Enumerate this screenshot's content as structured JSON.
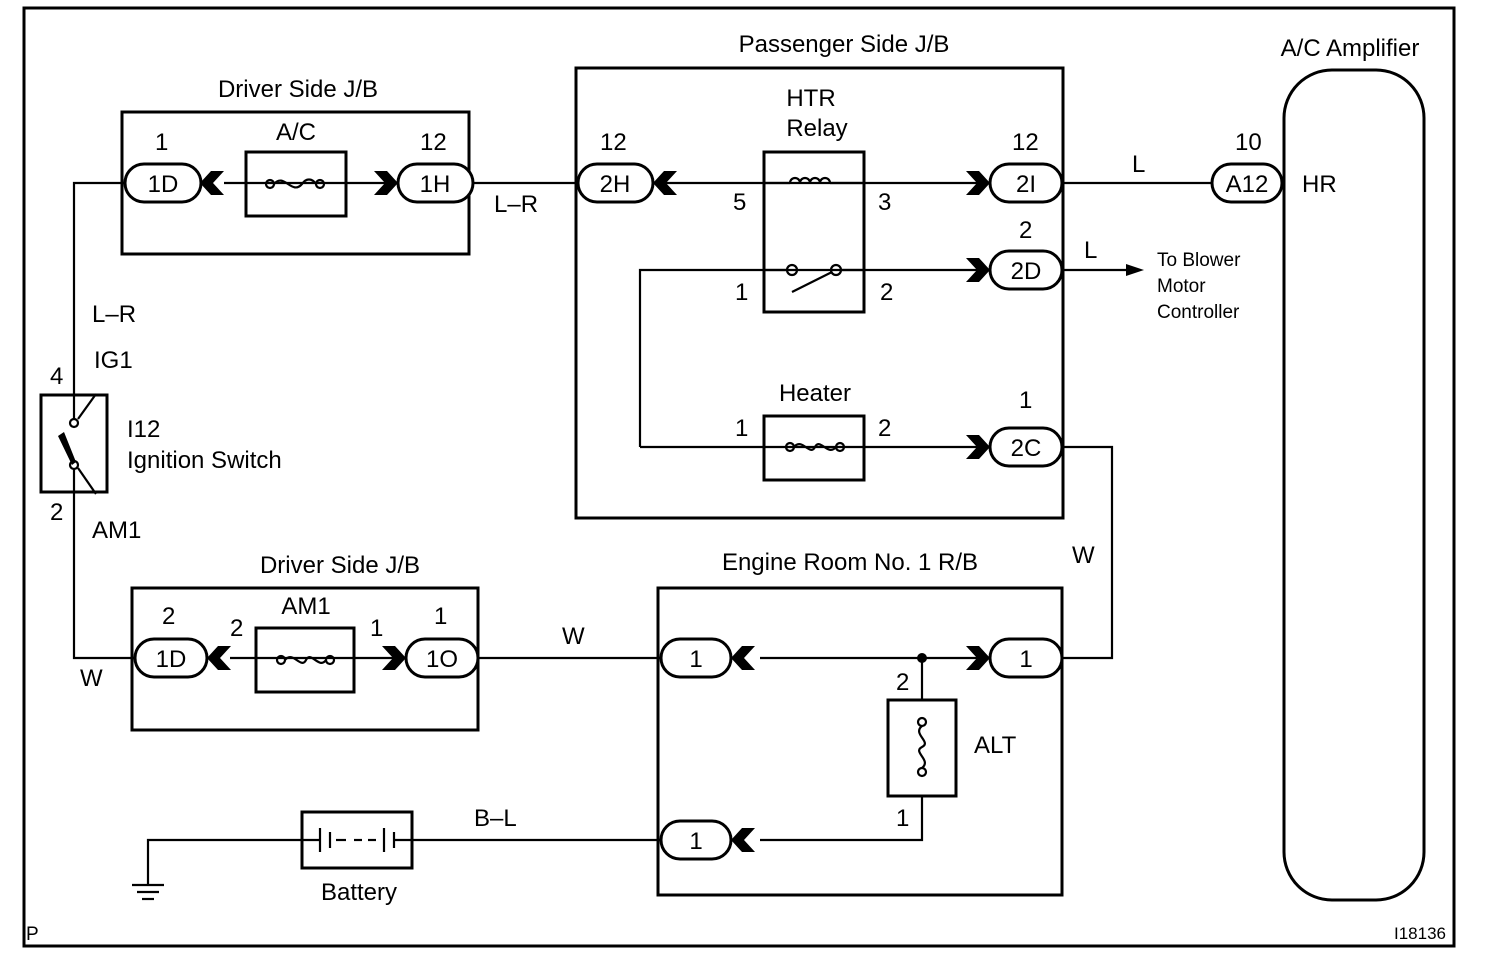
{
  "labels": {
    "passenger_jb": "Passenger Side J/B",
    "ac_amplifier": "A/C Amplifier",
    "driver_jb_top": "Driver Side J/B",
    "driver_jb_bottom": "Driver Side J/B",
    "engine_rb": "Engine Room No. 1 R/B",
    "htr_relay_line1": "HTR",
    "htr_relay_line2": "Relay",
    "ac_fuse": "A/C",
    "am1_fuse": "AM1",
    "heater_fuse": "Heater",
    "alt_fuse": "ALT",
    "battery": "Battery",
    "ign_code": "I12",
    "ign_name": "Ignition Switch",
    "ig1": "IG1",
    "am1_sw": "AM1",
    "hr": "HR",
    "to_blower_1": "To Blower",
    "to_blower_2": "Motor",
    "to_blower_3": "Controller",
    "corner_p": "P",
    "figure_id": "I18136"
  },
  "connectors": {
    "c1D_top": "1D",
    "c1H": "1H",
    "c2H": "2H",
    "c2I": "2I",
    "c2D": "2D",
    "c2C": "2C",
    "cA12": "A12",
    "c1D_bot": "1D",
    "c1O": "1O",
    "er1_left": "1",
    "er1_right": "1",
    "er1_batt": "1"
  },
  "pins": {
    "p1D_top": "1",
    "p1H": "12",
    "p2H": "12",
    "p2I": "12",
    "p2D": "2",
    "p2C": "1",
    "pA12": "10",
    "relay_5": "5",
    "relay_3": "3",
    "relay_1": "1",
    "relay_2": "2",
    "heater_1": "1",
    "heater_2": "2",
    "ign_4": "4",
    "ign_2": "2",
    "p1D_bot": "2",
    "am1_2": "2",
    "am1_1": "1",
    "p1O": "1",
    "alt_2": "2",
    "alt_1": "1"
  },
  "wires": {
    "lr_top": "L–R",
    "lr_left": "L–R",
    "l_top": "L",
    "l_blower": "L",
    "w_right": "W",
    "w_mid": "W",
    "w_left": "W",
    "bl": "B–L"
  }
}
